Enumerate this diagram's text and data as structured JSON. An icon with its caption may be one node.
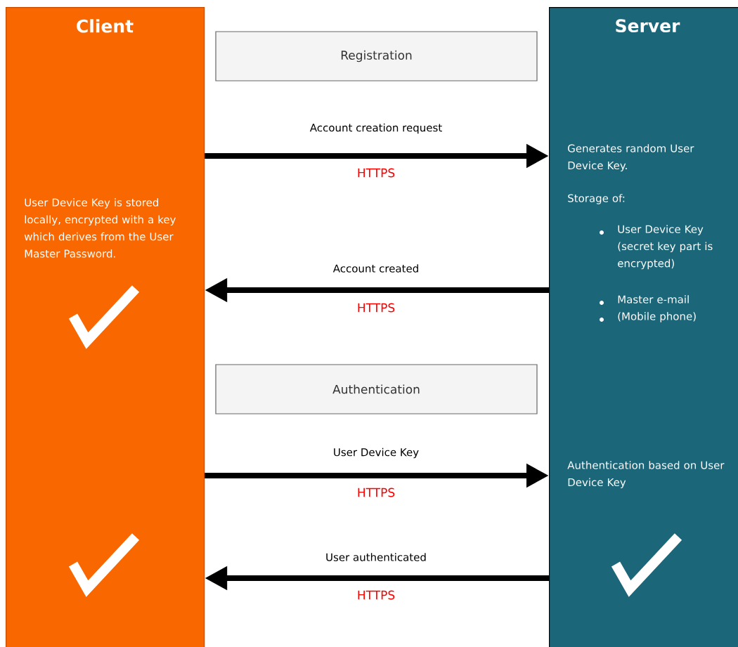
{
  "diagram": {
    "nodes": [
      {
        "text": [
          "Client",
          "User Device Key is stored locally, encrypted with a key which derives from the User Master Password."
        ]
      },
      {
        "text": [
          "Server",
          "Generates random User Device Key.",
          "Storage of:",
          "User Device Key (secret key part is encrypted)",
          "Master e-mail",
          "(Mobile phone)",
          "Authentication based on User Device Key"
        ]
      },
      {
        "text": [
          "Registration"
        ]
      },
      {
        "text": [
          "Authentication"
        ]
      }
    ],
    "edges": [
      {
        "from": 0,
        "to": 1,
        "arrow": "to",
        "label": "Account creation request"
      },
      {
        "from": 1,
        "to": 0,
        "arrow": "to",
        "label": "Account created"
      },
      {
        "from": 0,
        "to": 1,
        "arrow": "to",
        "label": "User Device Key"
      },
      {
        "from": 1,
        "to": 0,
        "arrow": "to",
        "label": "User authenticated"
      }
    ],
    "labels": [
      "HTTPS",
      "HTTPS",
      "HTTPS",
      "HTTPS"
    ]
  }
}
